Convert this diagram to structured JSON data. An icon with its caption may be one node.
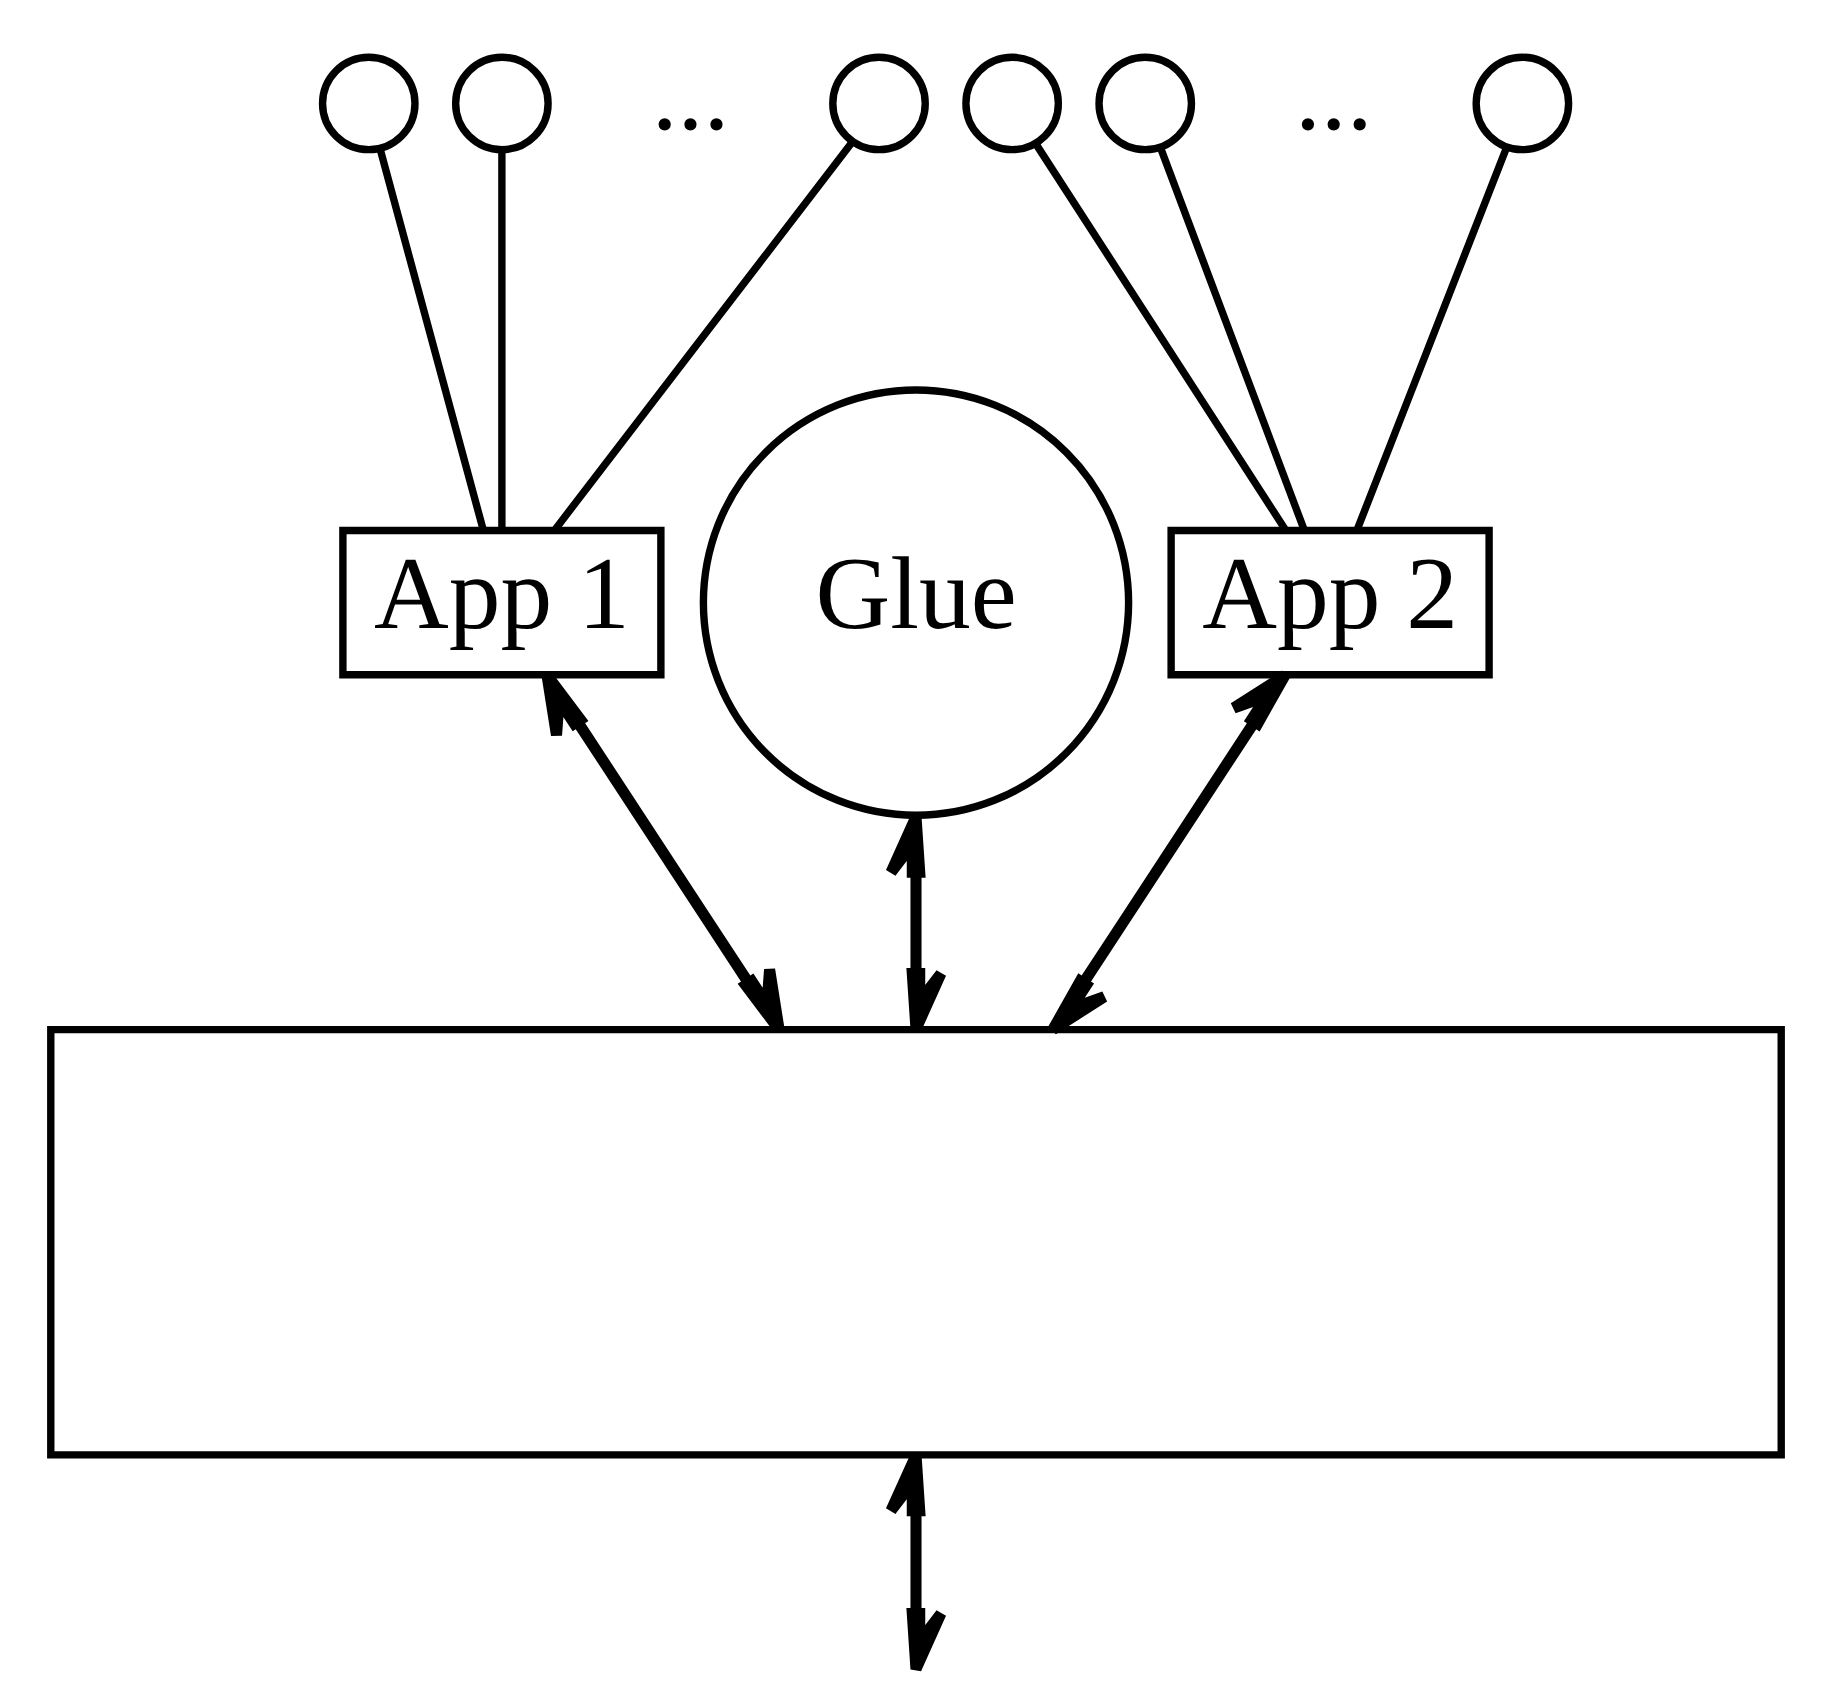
{
  "diagram": {
    "nodes": [
      {
        "text": [],
        "shape": "circle"
      },
      {
        "text": [],
        "shape": "circle"
      },
      {
        "text": [],
        "shape": "circle"
      },
      {
        "text": [],
        "shape": "circle"
      },
      {
        "text": [],
        "shape": "circle"
      },
      {
        "text": [],
        "shape": "circle"
      },
      {
        "text": [
          "App 1"
        ]
      },
      {
        "text": [
          "Glue"
        ]
      },
      {
        "text": [
          "App 2"
        ]
      },
      {
        "text": [],
        "shape": "box"
      }
    ],
    "edges": [
      {
        "from": 0,
        "to": 6,
        "arrow": "none"
      },
      {
        "from": 1,
        "to": 6,
        "arrow": "none"
      },
      {
        "from": 2,
        "to": 6,
        "arrow": "none"
      },
      {
        "from": 3,
        "to": 8,
        "arrow": "none"
      },
      {
        "from": 4,
        "to": 8,
        "arrow": "none"
      },
      {
        "from": 5,
        "to": 8,
        "arrow": "none"
      },
      {
        "from": 6,
        "to": 9,
        "arrow": "both"
      },
      {
        "from": 7,
        "to": 9,
        "arrow": "both"
      },
      {
        "from": 8,
        "to": 9,
        "arrow": "both"
      },
      {
        "from": 9,
        "to": null,
        "arrow": "both"
      }
    ],
    "labels": [
      "...",
      "..."
    ]
  }
}
